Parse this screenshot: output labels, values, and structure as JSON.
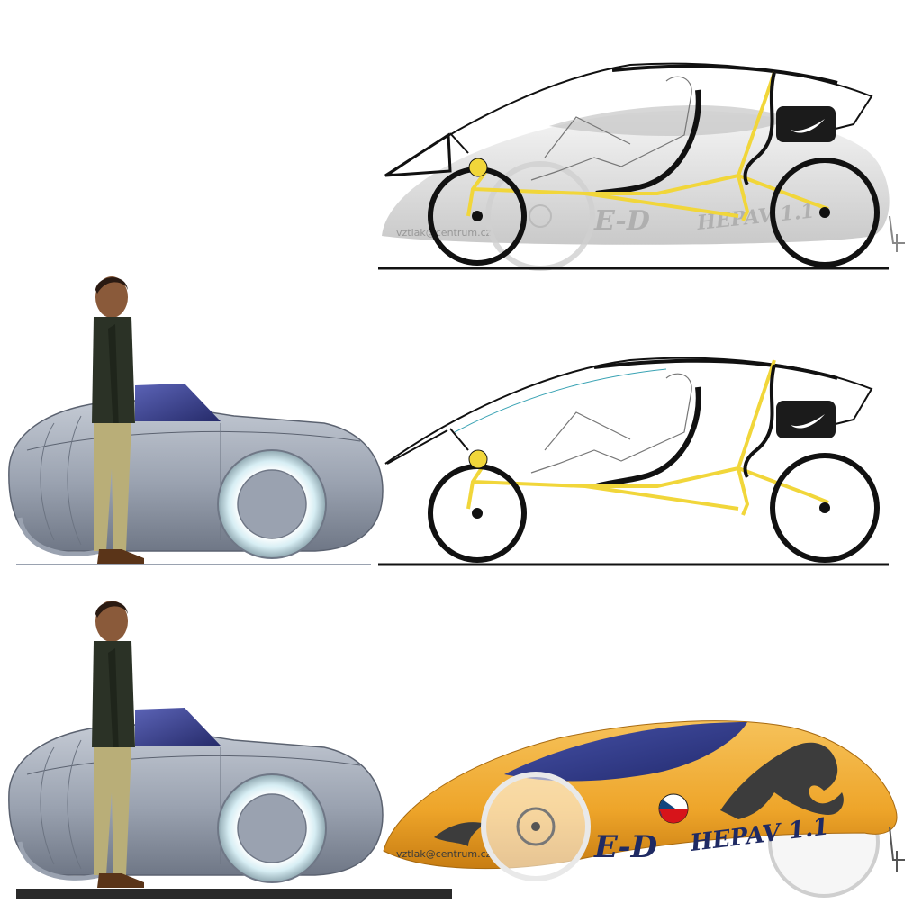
{
  "livery": {
    "model_name": "HEPAV 1.1",
    "brand_partial": "E-D",
    "website": "vztlak@centrum.cz",
    "faded_brand": "E-D",
    "faded_model": "HEPAV 1.1",
    "faded_website": "vztlak@centrum.cz",
    "bag_logo": "nike-swoosh-icon"
  },
  "colors": {
    "frame": "#f1d63a",
    "shell_orange": "#eea52a",
    "canopy_blue": "#303c8c",
    "car_gray": "#9ea6b4",
    "car_roof": "#3d4495",
    "skin": "#8a5a3a",
    "jacket": "#2b3226",
    "trousers": "#b9ae78",
    "ground": "#111111"
  }
}
